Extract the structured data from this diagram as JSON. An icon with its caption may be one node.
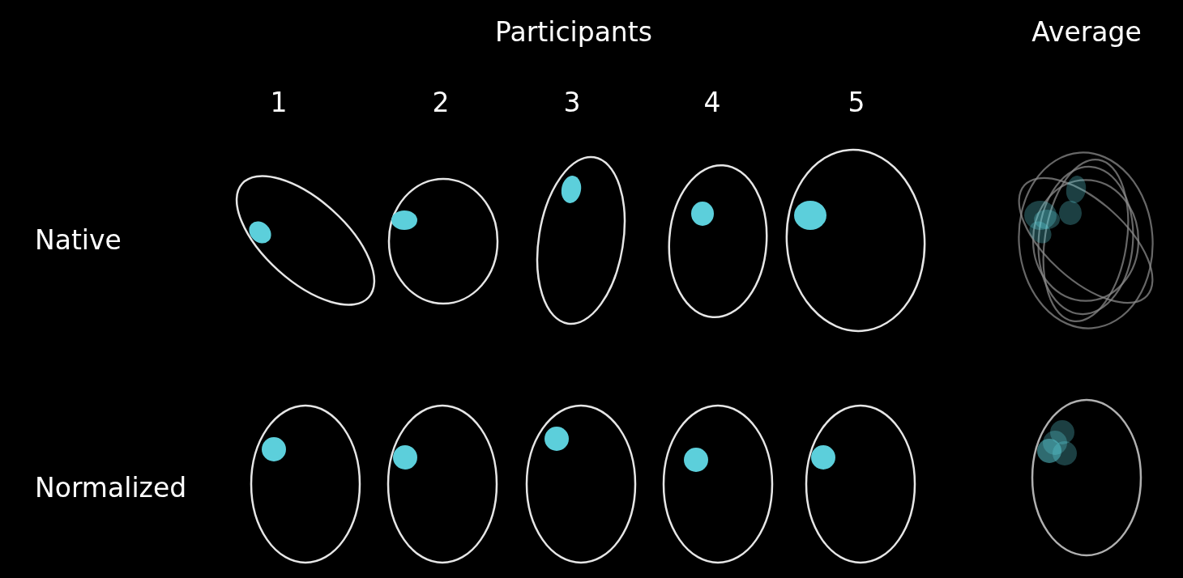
{
  "diagram": {
    "labels": [
      "Participants",
      "Average",
      "1",
      "2",
      "3",
      "4",
      "5",
      "Native",
      "Normalized"
    ]
  }
}
